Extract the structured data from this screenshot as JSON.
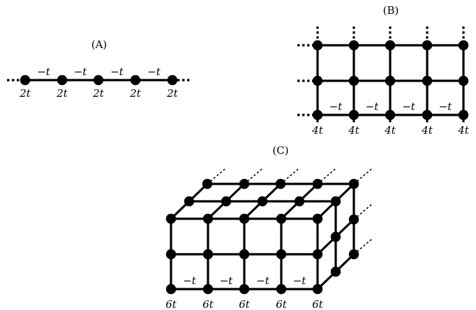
{
  "panels": [
    {
      "id": "A",
      "title": "(A)",
      "hop": "−t",
      "site": "2t"
    },
    {
      "id": "B",
      "title": "(B)",
      "hop": "−t",
      "site": "4t"
    },
    {
      "id": "C",
      "title": "(C)",
      "hop": "−t",
      "site": "6t"
    }
  ],
  "colors": {
    "line": "#000000",
    "node": "#000000",
    "background": "#ffffff"
  }
}
